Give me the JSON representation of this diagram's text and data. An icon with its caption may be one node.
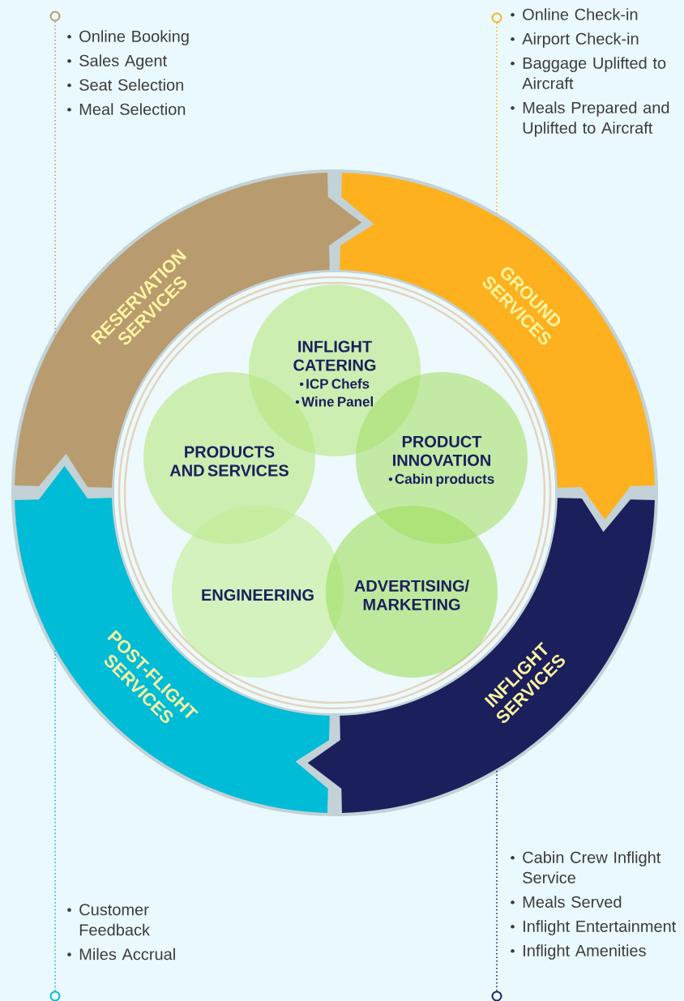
{
  "diagram": {
    "nodes": [
      {
        "text": [
          "RESERVATION SERVICES"
        ]
      },
      {
        "text": [
          "GROUND SERVICES"
        ]
      },
      {
        "text": [
          "INFLIGHT SERVICES"
        ]
      },
      {
        "text": [
          "POST-FLIGHT SERVICES"
        ]
      },
      {
        "text": [
          "INFLIGHT CATERING",
          "ICP Chefs",
          "Wine Panel"
        ]
      },
      {
        "text": [
          "PRODUCTS AND SERVICES"
        ]
      },
      {
        "text": [
          "PRODUCT INNOVATION",
          "Cabin products"
        ]
      },
      {
        "text": [
          "ENGINEERING"
        ]
      },
      {
        "text": [
          "ADVERTISING/ MARKETING"
        ]
      },
      {
        "text": [
          "Online Booking",
          "Sales Agent",
          "Seat Selection",
          "Meal Selection"
        ]
      },
      {
        "text": [
          "Online Check-in",
          "Airport Check-in",
          "Baggage Uplifted to Aircraft",
          "Meals Prepared and Uplifted to Aircraft"
        ]
      },
      {
        "text": [
          "Cabin Crew Inflight Service",
          "Meals Served",
          "Inflight Entertainment",
          "Inflight Amenities"
        ]
      },
      {
        "text": [
          "Customer Feedback",
          "Miles Accrual"
        ]
      },
      {
        "text": [],
        "shape": "circle"
      },
      {
        "text": [],
        "shape": "circle"
      },
      {
        "text": [],
        "shape": "circle"
      },
      {
        "text": [],
        "shape": "circle"
      }
    ],
    "edges": [
      {
        "from": 13,
        "to": 0,
        "arrow": "none",
        "style": "dashed",
        "color": "#b89b6e"
      },
      {
        "from": 14,
        "to": 1,
        "arrow": "none",
        "style": "dashed",
        "color": "#fdb11f"
      },
      {
        "from": 15,
        "to": 2,
        "arrow": "none",
        "style": "dashed",
        "color": "#1b1f5c"
      },
      {
        "from": 16,
        "to": 3,
        "arrow": "none",
        "style": "dashed",
        "color": "#00bcd6"
      }
    ]
  }
}
